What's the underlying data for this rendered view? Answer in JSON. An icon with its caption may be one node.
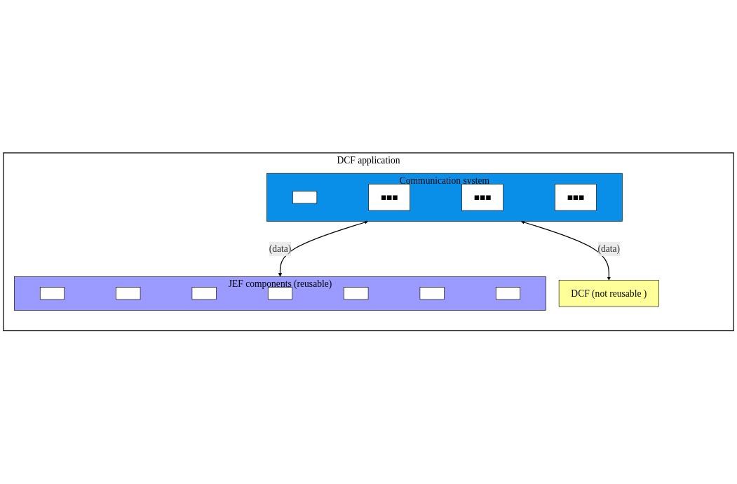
{
  "diagram": {
    "nodes": [
      {
        "text": [
          "DCF application"
        ]
      },
      {
        "text": [
          "Communication system"
        ],
        "in": 0
      },
      {
        "text": [],
        "shape": "box",
        "in": 1
      },
      {
        "text": [
          "■■■"
        ],
        "in": 1
      },
      {
        "text": [
          "■■■"
        ],
        "in": 1
      },
      {
        "text": [
          "■■■"
        ],
        "in": 1
      },
      {
        "text": [
          "DCF (not reusable )"
        ],
        "in": 0
      },
      {
        "text": [
          "JEF components (reusable)"
        ],
        "in": 0
      },
      {
        "text": [],
        "shape": "box",
        "in": 7
      },
      {
        "text": [],
        "shape": "box",
        "in": 7
      },
      {
        "text": [],
        "shape": "box",
        "in": 7
      },
      {
        "text": [],
        "shape": "box",
        "in": 7
      },
      {
        "text": [],
        "shape": "box",
        "in": 7
      },
      {
        "text": [],
        "shape": "box",
        "in": 7
      },
      {
        "text": [],
        "shape": "box",
        "in": 7
      }
    ],
    "edges": [
      {
        "from": 1,
        "to": 6,
        "arrow": "both",
        "label": "(data)"
      },
      {
        "from": 1,
        "to": 7,
        "arrow": "both",
        "label": "(data)"
      }
    ]
  }
}
